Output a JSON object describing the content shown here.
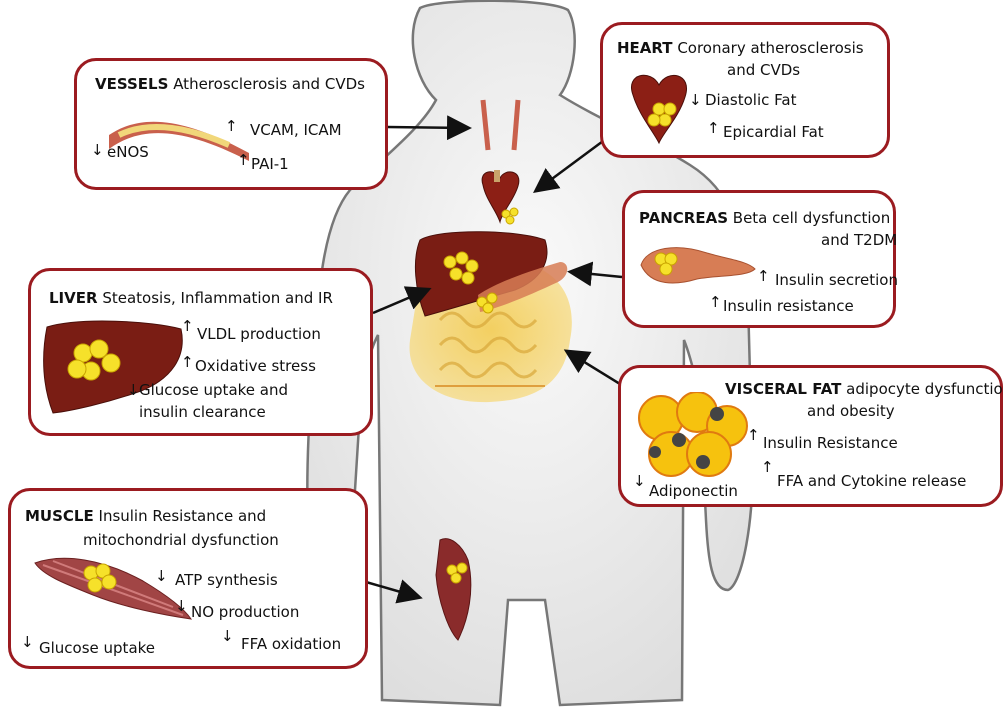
{
  "vessels": {
    "heading": "VESSELS",
    "title": "Atherosclerosis and CVDs",
    "items": [
      "VCAM, ICAM",
      "PAI-1",
      "eNOS"
    ]
  },
  "heart": {
    "heading": "HEART",
    "title_line1": "Coronary atherosclerosis",
    "title_line2": "and CVDs",
    "items": [
      "Diastolic Fat",
      "Epicardial Fat"
    ]
  },
  "pancreas": {
    "heading": "PANCREAS",
    "title_line1": "Beta cell dysfunction",
    "title_line2": "and T2DM",
    "items": [
      "Insulin secretion",
      "Insulin resistance"
    ]
  },
  "liver": {
    "heading": "LIVER",
    "title": "Steatosis, Inflammation and IR",
    "items": [
      "VLDL production",
      "Oxidative stress",
      "Glucose uptake and",
      "insulin clearance"
    ]
  },
  "visceral_fat": {
    "heading": "VISCERAL FAT",
    "title_line1": "adipocyte dysfunction",
    "title_line2": "and obesity",
    "items": [
      "Insulin Resistance",
      "FFA and Cytokine release",
      "Adiponectin"
    ]
  },
  "muscle": {
    "heading": "MUSCLE",
    "title_line1": "Insulin Resistance and",
    "title_line2": "mitochondrial dysfunction",
    "items": [
      "ATP synthesis",
      "NO production",
      "FFA oxidation",
      "Glucose uptake"
    ]
  },
  "colors": {
    "box_border": "#9b1b20",
    "organ": "#7a1d14",
    "fat": "#f6e12a",
    "silhouette": "#e9e9e9"
  },
  "icons": [
    "up-arrow-icon",
    "down-arrow-icon",
    "fat-cluster-icon",
    "heart-icon",
    "liver-icon",
    "pancreas-icon",
    "muscle-icon",
    "artery-icon",
    "adipocyte-icon"
  ]
}
